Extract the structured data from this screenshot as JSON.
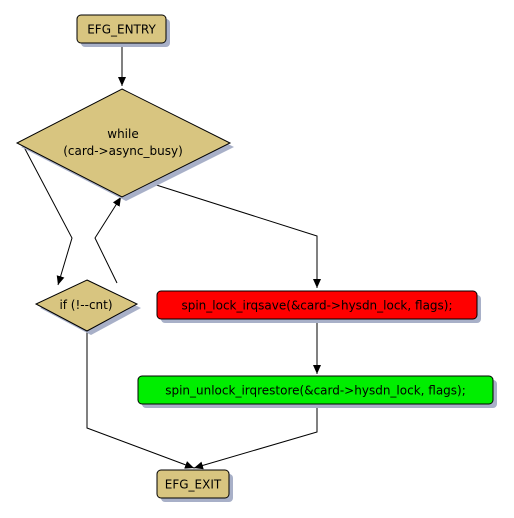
{
  "diagram": {
    "type": "flowchart",
    "colors": {
      "terminal_fill": "#d8c580",
      "decision_fill": "#d8c580",
      "lock_fill": "#ff0000",
      "unlock_fill": "#00ee00",
      "shadow": "#a8b0c8",
      "stroke": "#000000",
      "background": "#ffffff"
    },
    "nodes": {
      "entry": {
        "label": "EFG_ENTRY"
      },
      "while_loop": {
        "line1": "while",
        "line2": "(card->async_busy)"
      },
      "if_cnt": {
        "label": "if (!--cnt)"
      },
      "spin_lock": {
        "label": "spin_lock_irqsave(&card->hysdn_lock, flags);"
      },
      "spin_unlock": {
        "label": "spin_unlock_irqrestore(&card->hysdn_lock, flags);"
      },
      "exit": {
        "label": "EFG_EXIT"
      }
    }
  }
}
